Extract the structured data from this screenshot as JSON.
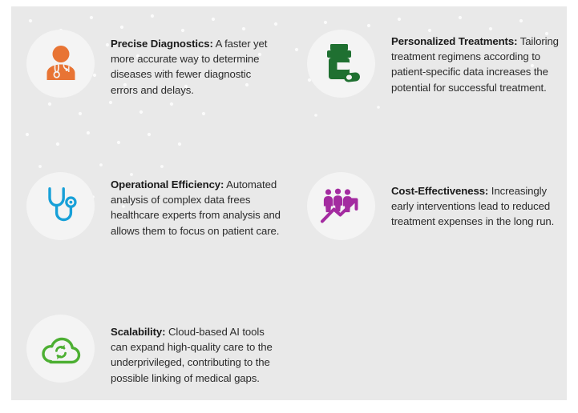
{
  "slide": {
    "background_color": "#e9e9e9",
    "page_background_color": "#ffffff",
    "disc_color": "#f4f4f4"
  },
  "benefits": [
    {
      "id": "precise-diagnostics",
      "icon": "doctor-icon",
      "icon_color": "#e87434",
      "lead": "Precise Diagnostics:",
      "body": " A faster yet more accurate way to determine diseases with fewer diagnostic errors and delays."
    },
    {
      "id": "personalized-treatments",
      "icon": "pill-bottle-icon",
      "icon_color": "#1f7031",
      "lead": "Personalized Treatments:",
      "body": " Tailoring treatment regimens according to patient-specific data increases the potential for successful treatment."
    },
    {
      "id": "operational-efficiency",
      "icon": "stethoscope-icon",
      "icon_color": "#17a0d8",
      "lead": "Operational Efficiency:",
      "body": " Automated analysis of complex data frees healthcare experts from analysis and allows them to focus on patient care."
    },
    {
      "id": "cost-effectiveness",
      "icon": "people-growth-chart-icon",
      "icon_color": "#a32ba0",
      "lead": "Cost-Effectiveness:",
      "body": " Increasingly early interventions lead to reduced treatment expenses in the long run."
    },
    {
      "id": "scalability",
      "icon": "cloud-sync-icon",
      "icon_color": "#4caf32",
      "lead": "Scalability:",
      "body": " Cloud-based AI tools can expand high-quality care to the underprivileged, contributing to the possible linking of medical gaps."
    }
  ]
}
